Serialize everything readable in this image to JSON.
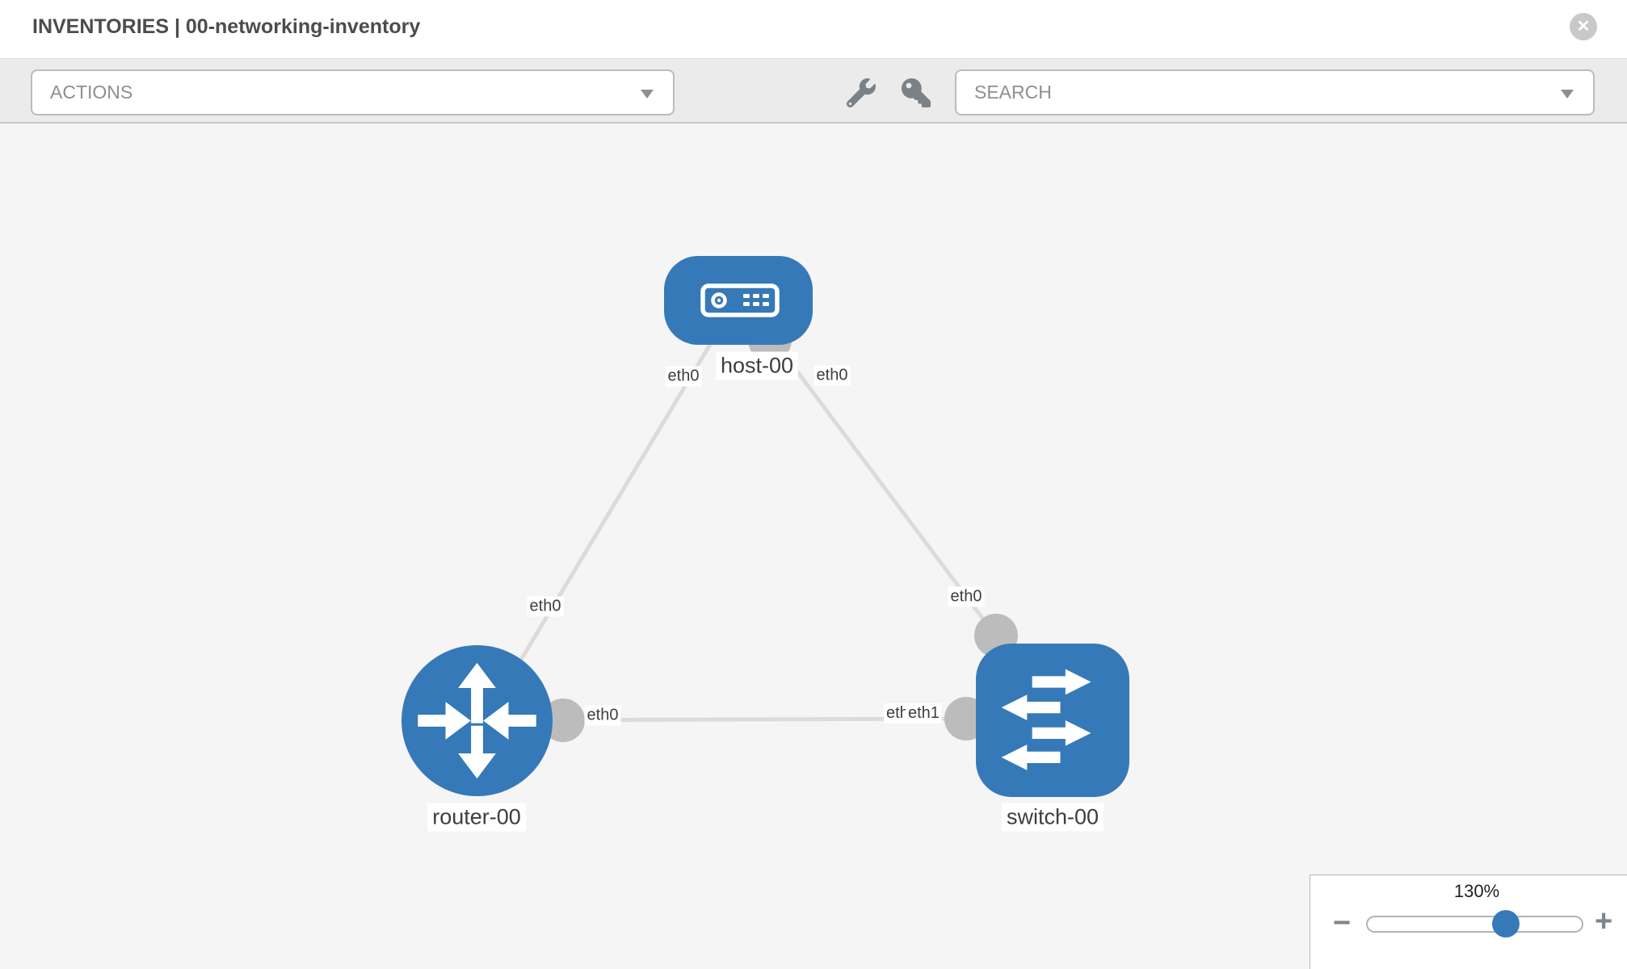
{
  "header": {
    "title": "INVENTORIES | 00-networking-inventory"
  },
  "toolbar": {
    "actions_label": "ACTIONS",
    "search_label": "SEARCH"
  },
  "icons": {
    "close": "✕",
    "minus": "−",
    "plus": "+"
  },
  "zoom_control": {
    "level": "130%"
  },
  "topology": {
    "nodes": [
      {
        "id": "host-00",
        "label": "host-00",
        "type": "host"
      },
      {
        "id": "router-00",
        "label": "router-00",
        "type": "router"
      },
      {
        "id": "switch-00",
        "label": "switch-00",
        "type": "switch"
      }
    ],
    "links": [
      {
        "from": "host-00",
        "from_if": "eth0",
        "to": "router-00",
        "to_if": "eth0"
      },
      {
        "from": "host-00",
        "from_if": "eth0",
        "to": "switch-00",
        "to_if": "eth0"
      },
      {
        "from": "router-00",
        "from_if": "eth0",
        "to": "switch-00",
        "to_if": "eth1"
      }
    ],
    "colors": {
      "node_blue": "#3679b8",
      "link_gray": "#dbdbdb",
      "port_gray": "#bcbcbc",
      "canvas_bg": "#f5f5f5"
    }
  }
}
